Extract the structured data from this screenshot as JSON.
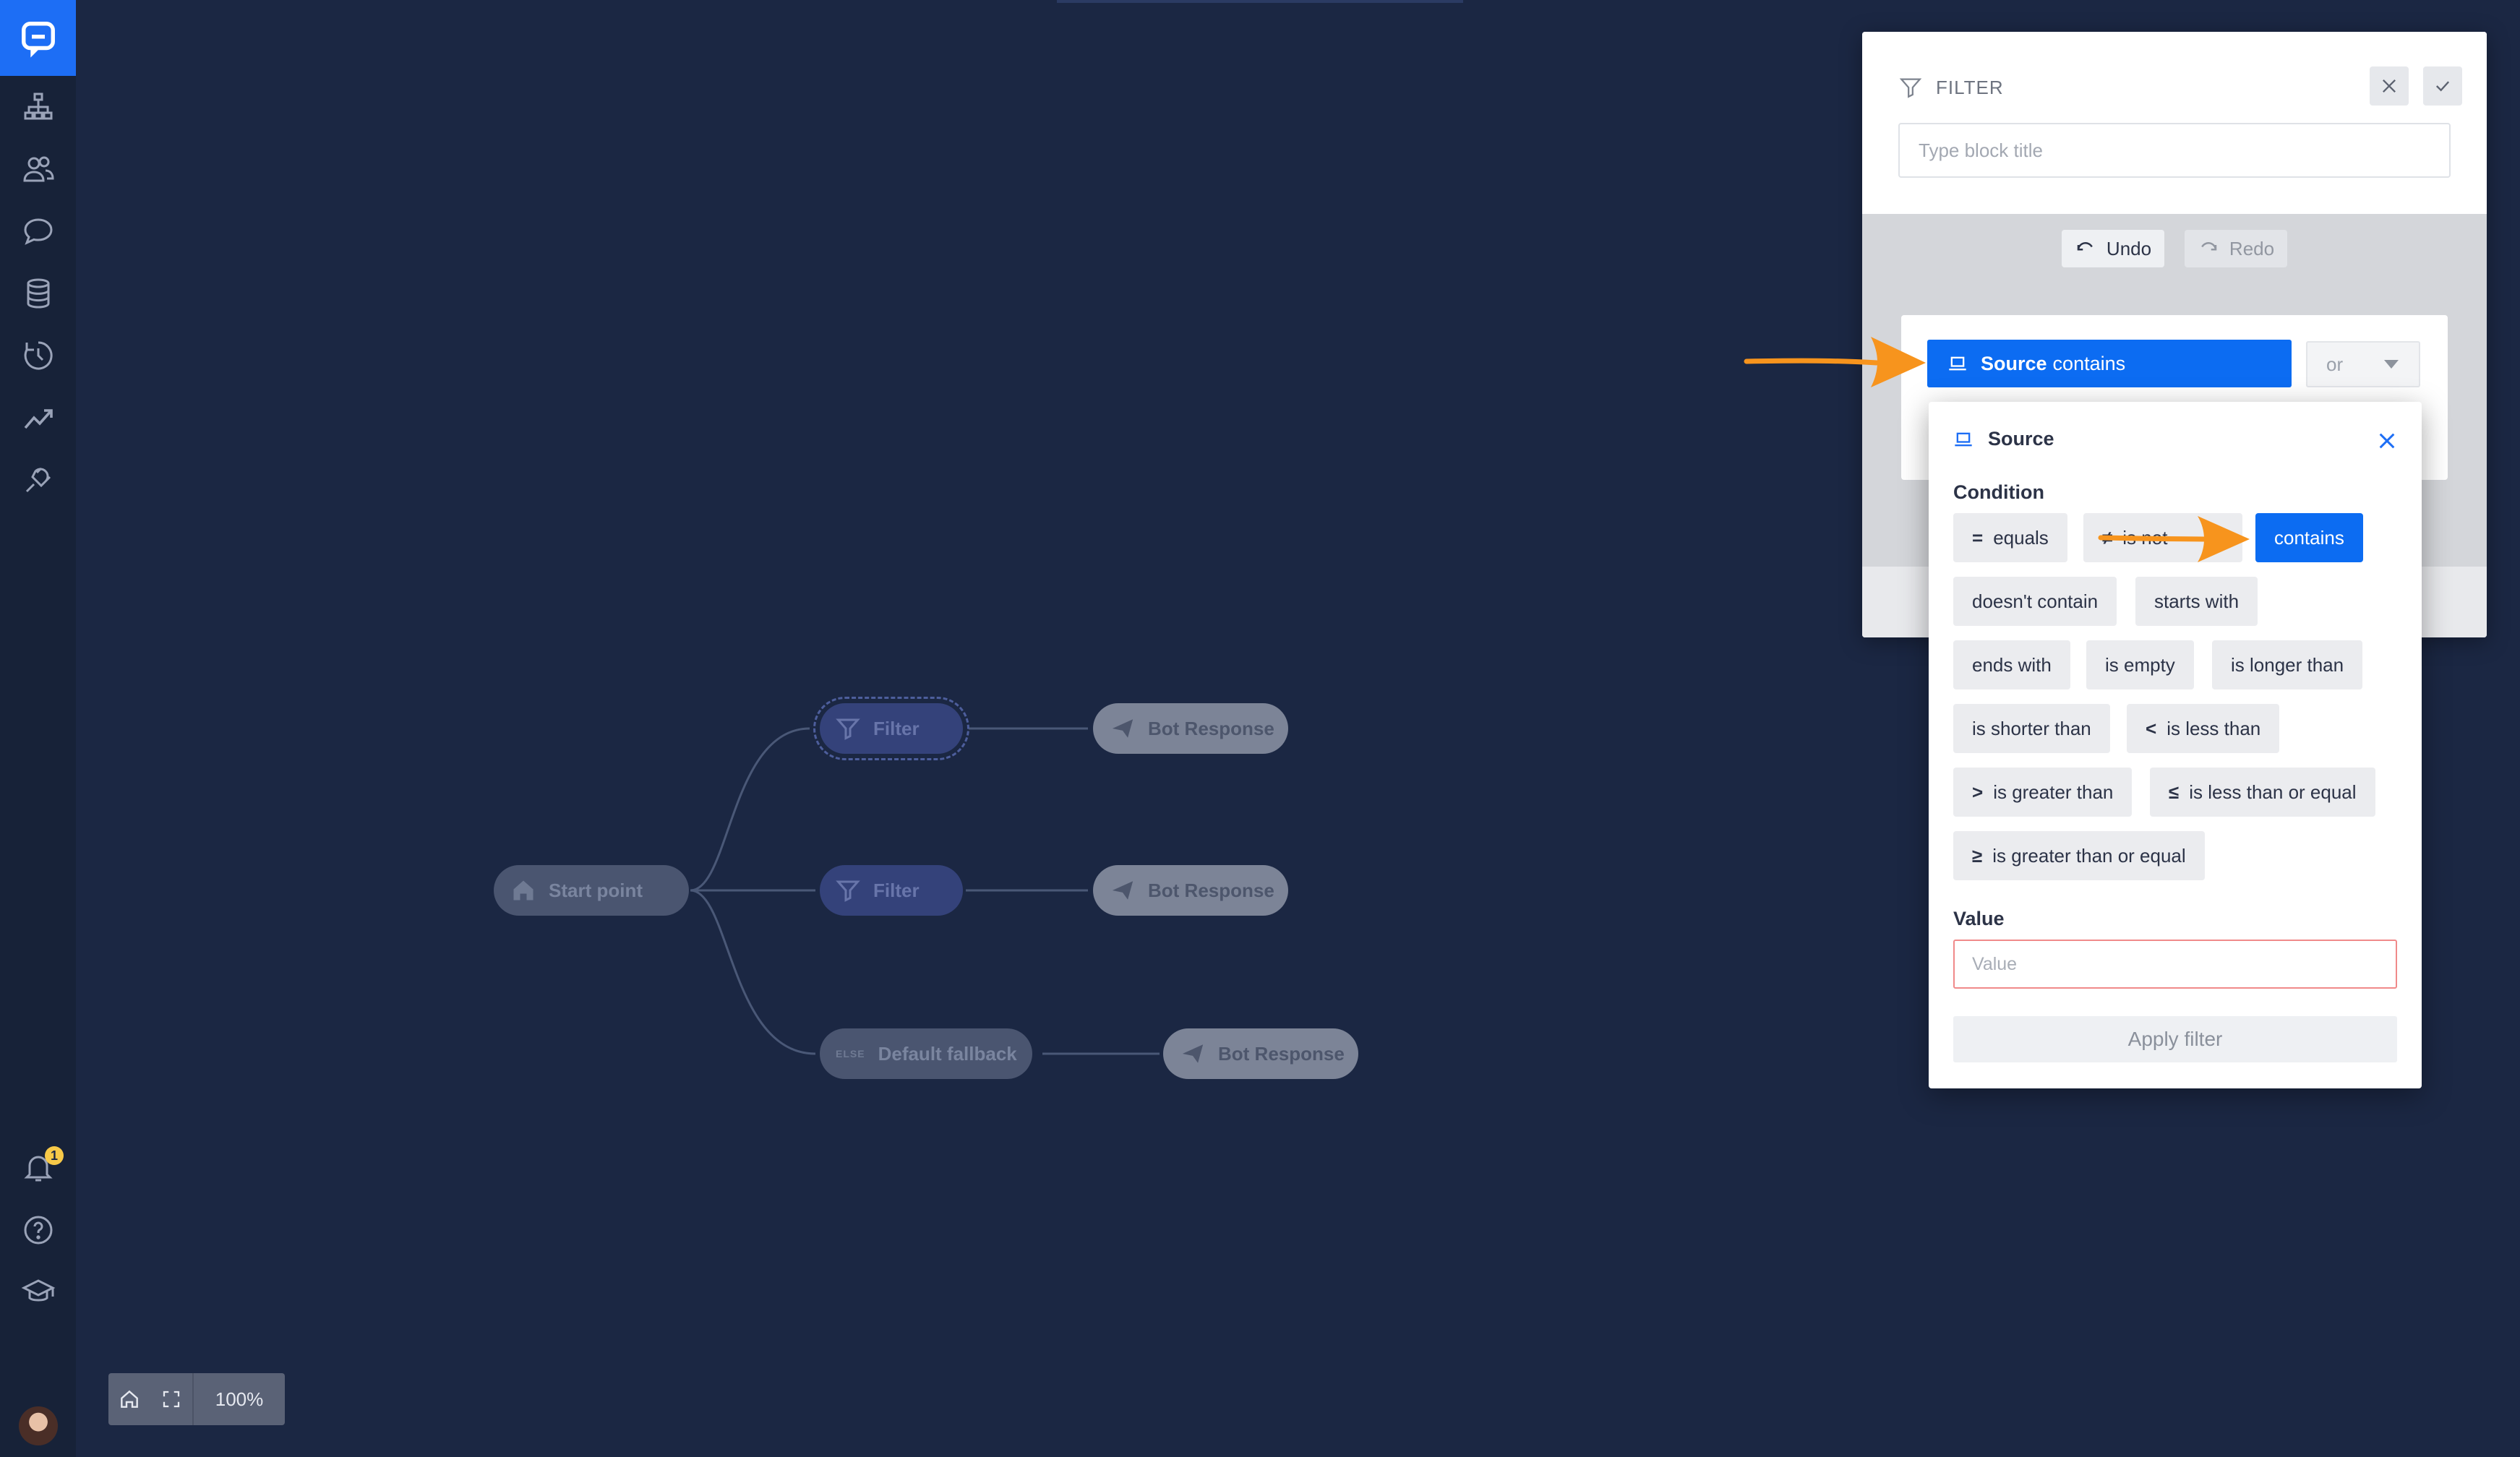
{
  "sidebar": {
    "logo_icon": "chat-bubble-logo-icon",
    "items": [
      {
        "name": "stories-icon"
      },
      {
        "name": "audience-icon"
      },
      {
        "name": "conversations-icon"
      },
      {
        "name": "database-icon"
      },
      {
        "name": "history-icon"
      },
      {
        "name": "analytics-icon"
      },
      {
        "name": "integrations-icon"
      }
    ],
    "bottom_items": [
      {
        "name": "notifications-icon",
        "badge": "1"
      },
      {
        "name": "help-icon"
      },
      {
        "name": "academy-icon"
      }
    ]
  },
  "canvas": {
    "nodes": {
      "start": "Start point",
      "filter1": "Filter",
      "filter2": "Filter",
      "fallback": "Default fallback",
      "fallback_tag": "ELSE",
      "bot1": "Bot Response",
      "bot2": "Bot Response",
      "bot3": "Bot Response"
    },
    "zoom": "100%"
  },
  "filter_panel": {
    "title": "FILTER",
    "block_title_placeholder": "Type block title",
    "undo": "Undo",
    "redo": "Redo",
    "source_pill": {
      "field": "Source",
      "condition": "contains"
    },
    "or_select": "or"
  },
  "source_popover": {
    "title": "Source",
    "condition_label": "Condition",
    "conditions": [
      {
        "symbol": "=",
        "label": "equals"
      },
      {
        "symbol": "≠",
        "label": "is not"
      },
      {
        "symbol": "",
        "label": "contains",
        "active": true
      },
      {
        "symbol": "",
        "label": "doesn't contain"
      },
      {
        "symbol": "",
        "label": "starts with"
      },
      {
        "symbol": "",
        "label": "ends with"
      },
      {
        "symbol": "",
        "label": "is empty"
      },
      {
        "symbol": "",
        "label": "is longer than"
      },
      {
        "symbol": "",
        "label": "is shorter than"
      },
      {
        "symbol": "<",
        "label": "is less than"
      },
      {
        "symbol": ">",
        "label": "is greater than"
      },
      {
        "symbol": "≤",
        "label": "is less than or equal"
      },
      {
        "symbol": "≥",
        "label": "is greater than or equal"
      }
    ],
    "value_label": "Value",
    "value_placeholder": "Value",
    "apply": "Apply filter"
  },
  "colors": {
    "background": "#1b2743",
    "sidebar": "#172238",
    "accent": "#0c6cf2",
    "annotation_arrow": "#f7941d"
  }
}
